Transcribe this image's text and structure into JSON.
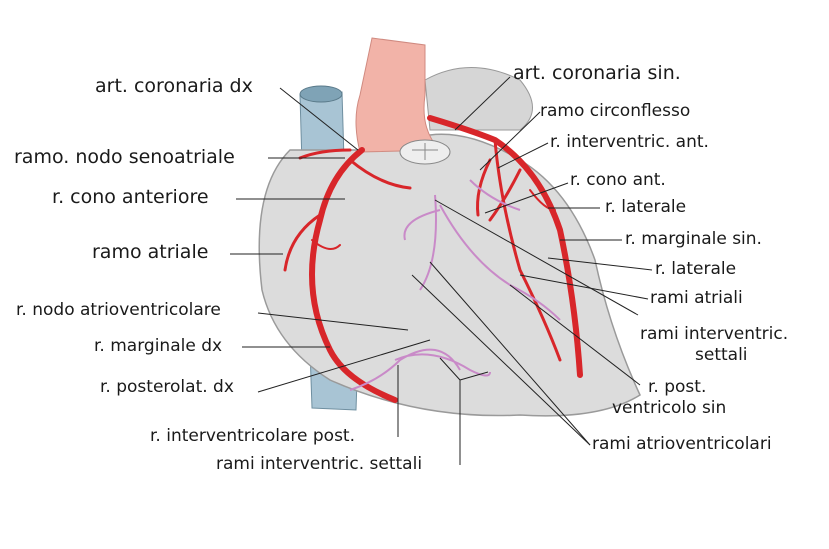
{
  "title": "Arterie coronarie - veduta posteriore/anteriore del cuore",
  "colors": {
    "heart": "#dcdcdc",
    "aorta": "#f2b3a8",
    "artery": "#d8262a",
    "vein_branch": "#c98ac8",
    "pulmonary": "#a8c4d4",
    "leader": "#222222"
  },
  "labels_left": {
    "art_coronaria_dx": "art. coronaria dx",
    "ramo_nodo_senoatriale": "ramo. nodo senoatriale",
    "r_cono_anteriore": "r. cono anteriore",
    "ramo_atriale": "ramo atriale",
    "r_nodo_atrioventricolare": "r. nodo atrioventricolare",
    "r_marginale_dx": "r. marginale dx",
    "r_posterolat_dx": "r. posterolat. dx",
    "r_interventricolare_post": "r. interventricolare  post.",
    "rami_interventric_settali_bottom": "rami interventric. settali"
  },
  "labels_right": {
    "art_coronaria_sin": "art. coronaria sin.",
    "ramo_circonflesso": "ramo circonflesso",
    "r_interventric_ant": "r. interventric. ant.",
    "r_cono_ant": "r. cono ant.",
    "r_laterale_1": "r. laterale",
    "r_marginale_sin": "r. marginale sin.",
    "r_laterale_2": "r. laterale",
    "rami_atriali": "rami atriali",
    "rami_interventric_settali_1": "rami interventric.",
    "rami_interventric_settali_2": "settali",
    "r_post_ventricolo_sin_1": "r. post.",
    "r_post_ventricolo_sin_2": "ventricolo sin",
    "rami_atrioventricolari": "rami atrioventricolari"
  }
}
